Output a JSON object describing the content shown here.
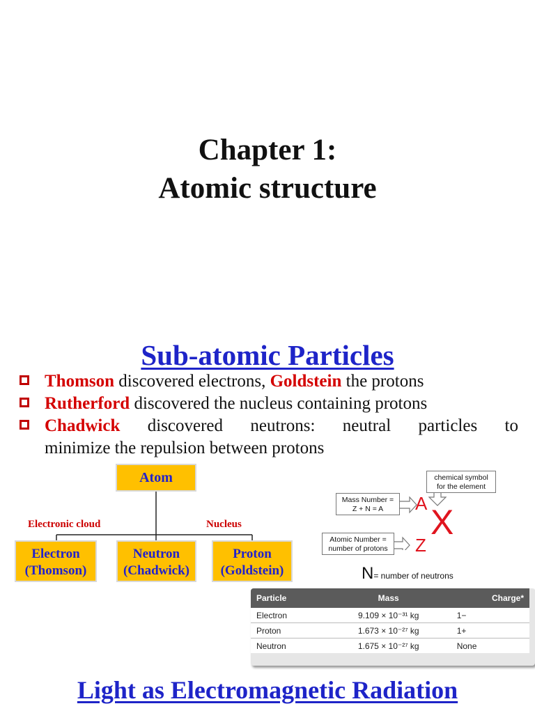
{
  "title": {
    "line1": "Chapter 1:",
    "line2": "Atomic structure"
  },
  "section": {
    "heading": "Sub-atomic Particles"
  },
  "bullets": [
    {
      "name": "Thomson",
      "text1": " discovered electrons, ",
      "name2": "Goldstein",
      "text2": " the protons"
    },
    {
      "name": "Rutherford",
      "text1": " discovered the nucleus containing protons"
    },
    {
      "name": "Chadwick",
      "text1": " discovered neutrons: neutral particles to",
      "text2": "minimize the repulsion between protons"
    }
  ],
  "tree": {
    "root": "Atom",
    "left_label": "Electronic cloud",
    "right_label": "Nucleus",
    "leaves": [
      {
        "line1": "Electron",
        "line2": "(Thomson)"
      },
      {
        "line1": "Neutron",
        "line2": "(Chadwick)"
      },
      {
        "line1": "Proton",
        "line2": "(Goldstein)"
      }
    ]
  },
  "notation": {
    "symbol_callout": {
      "line1": "chemical symbol",
      "line2": "for the element"
    },
    "mass_callout": {
      "line1": "Mass Number =",
      "line2": "Z + N = A"
    },
    "atomic_callout": {
      "line1": "Atomic Number =",
      "line2": "number of protons"
    },
    "letter_a": "A",
    "letter_x": "X",
    "letter_z": "Z",
    "n_letter": "N",
    "n_text": "= number of neutrons"
  },
  "particle_table": {
    "headers": [
      "Particle",
      "Mass",
      "Charge*"
    ],
    "rows": [
      [
        "Electron",
        "9.109 × 10⁻³¹ kg",
        "1−"
      ],
      [
        "Proton",
        "1.673 × 10⁻²⁷ kg",
        "1+"
      ],
      [
        "Neutron",
        "1.675 × 10⁻²⁷ kg",
        "None"
      ]
    ]
  },
  "footer": {
    "heading": "Light as Electromagnetic Radiation"
  },
  "colors": {
    "heading_blue": "#1e24c8",
    "name_red": "#d40000",
    "box_orange": "#ffc000"
  }
}
